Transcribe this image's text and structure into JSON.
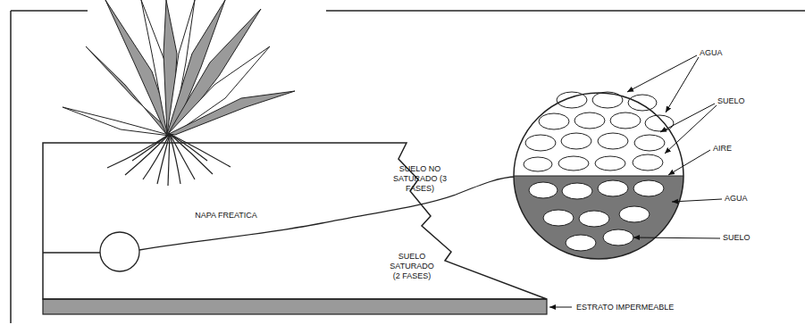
{
  "diagram": {
    "nodes": [
      {
        "text": [
          "SUELO NO SATURADO (3 FASES)",
          "NAPA FREATICA",
          "SUELO SATURADO (2 FASES)"
        ]
      }
    ],
    "edges": [],
    "labels": [
      "ESTRATO IMPERMEABLE",
      "AGUA",
      "SUELO",
      "AIRE",
      "AGUA",
      "SUELO"
    ]
  }
}
